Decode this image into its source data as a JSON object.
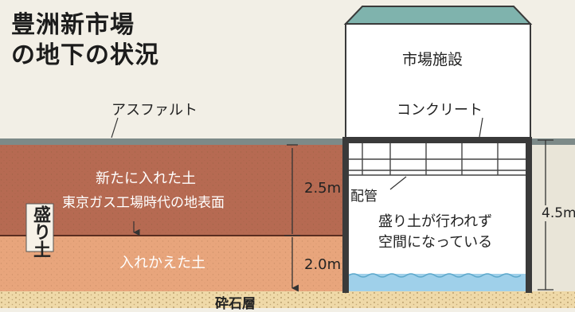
{
  "title": {
    "line1": "豊洲新市場",
    "line2": "の地下の状況"
  },
  "labels": {
    "market_building": "市場施設",
    "asphalt": "アスファルト",
    "concrete": "コンクリート",
    "new_soil": "新たに入れた土",
    "gas_plant_surface": "東京ガス工場時代の地表面",
    "replaced_soil": "入れかえた土",
    "morido": "盛り土",
    "gravel": "砕石層",
    "piping": "配管",
    "void_text_line1": "盛り土が行われず",
    "void_text_line2": "空間になっている"
  },
  "measurements": {
    "upper_depth": "2.5m",
    "lower_depth": "2.0m",
    "basement_height": "4.5m"
  },
  "colors": {
    "background": "#f2efe6",
    "asphalt": "#7d8a88",
    "new_soil": "#b66a52",
    "replaced_soil": "#e8a57c",
    "gravel": "#efd9a8",
    "roof": "#7fb3ad",
    "building": "#ffffff",
    "water": "#9fd0ea",
    "frame": "#3a3a3a"
  }
}
